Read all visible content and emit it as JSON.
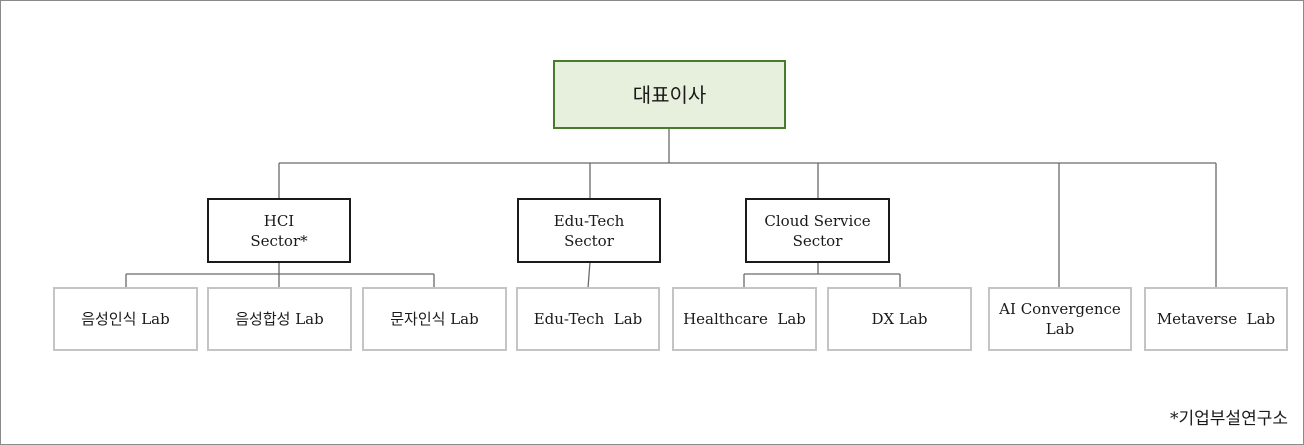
{
  "ceo": {
    "label": "대표이사"
  },
  "sectors": [
    {
      "line1": "HCI",
      "line2": "Sector*"
    },
    {
      "line1": "Edu-Tech",
      "line2": "Sector"
    },
    {
      "line1": "Cloud Service",
      "line2": "Sector"
    }
  ],
  "labs": [
    {
      "line1": "음성인식 Lab",
      "line2": ""
    },
    {
      "line1": "음성합성 Lab",
      "line2": ""
    },
    {
      "line1": "문자인식 Lab",
      "line2": ""
    },
    {
      "line1": "Edu-Tech  Lab",
      "line2": ""
    },
    {
      "line1": "Healthcare  Lab",
      "line2": ""
    },
    {
      "line1": "DX Lab",
      "line2": ""
    },
    {
      "line1": "AI Convergence",
      "line2": "Lab"
    },
    {
      "line1": "Metaverse  Lab",
      "line2": ""
    }
  ],
  "footnote": "*기업부설연구소",
  "colors": {
    "ceo_fill": "#e6f0dc",
    "ceo_border": "#4a7a2c",
    "sector_border": "#1a1a1a",
    "lab_border": "#c4c4c4",
    "connector": "#6a6a6a"
  }
}
